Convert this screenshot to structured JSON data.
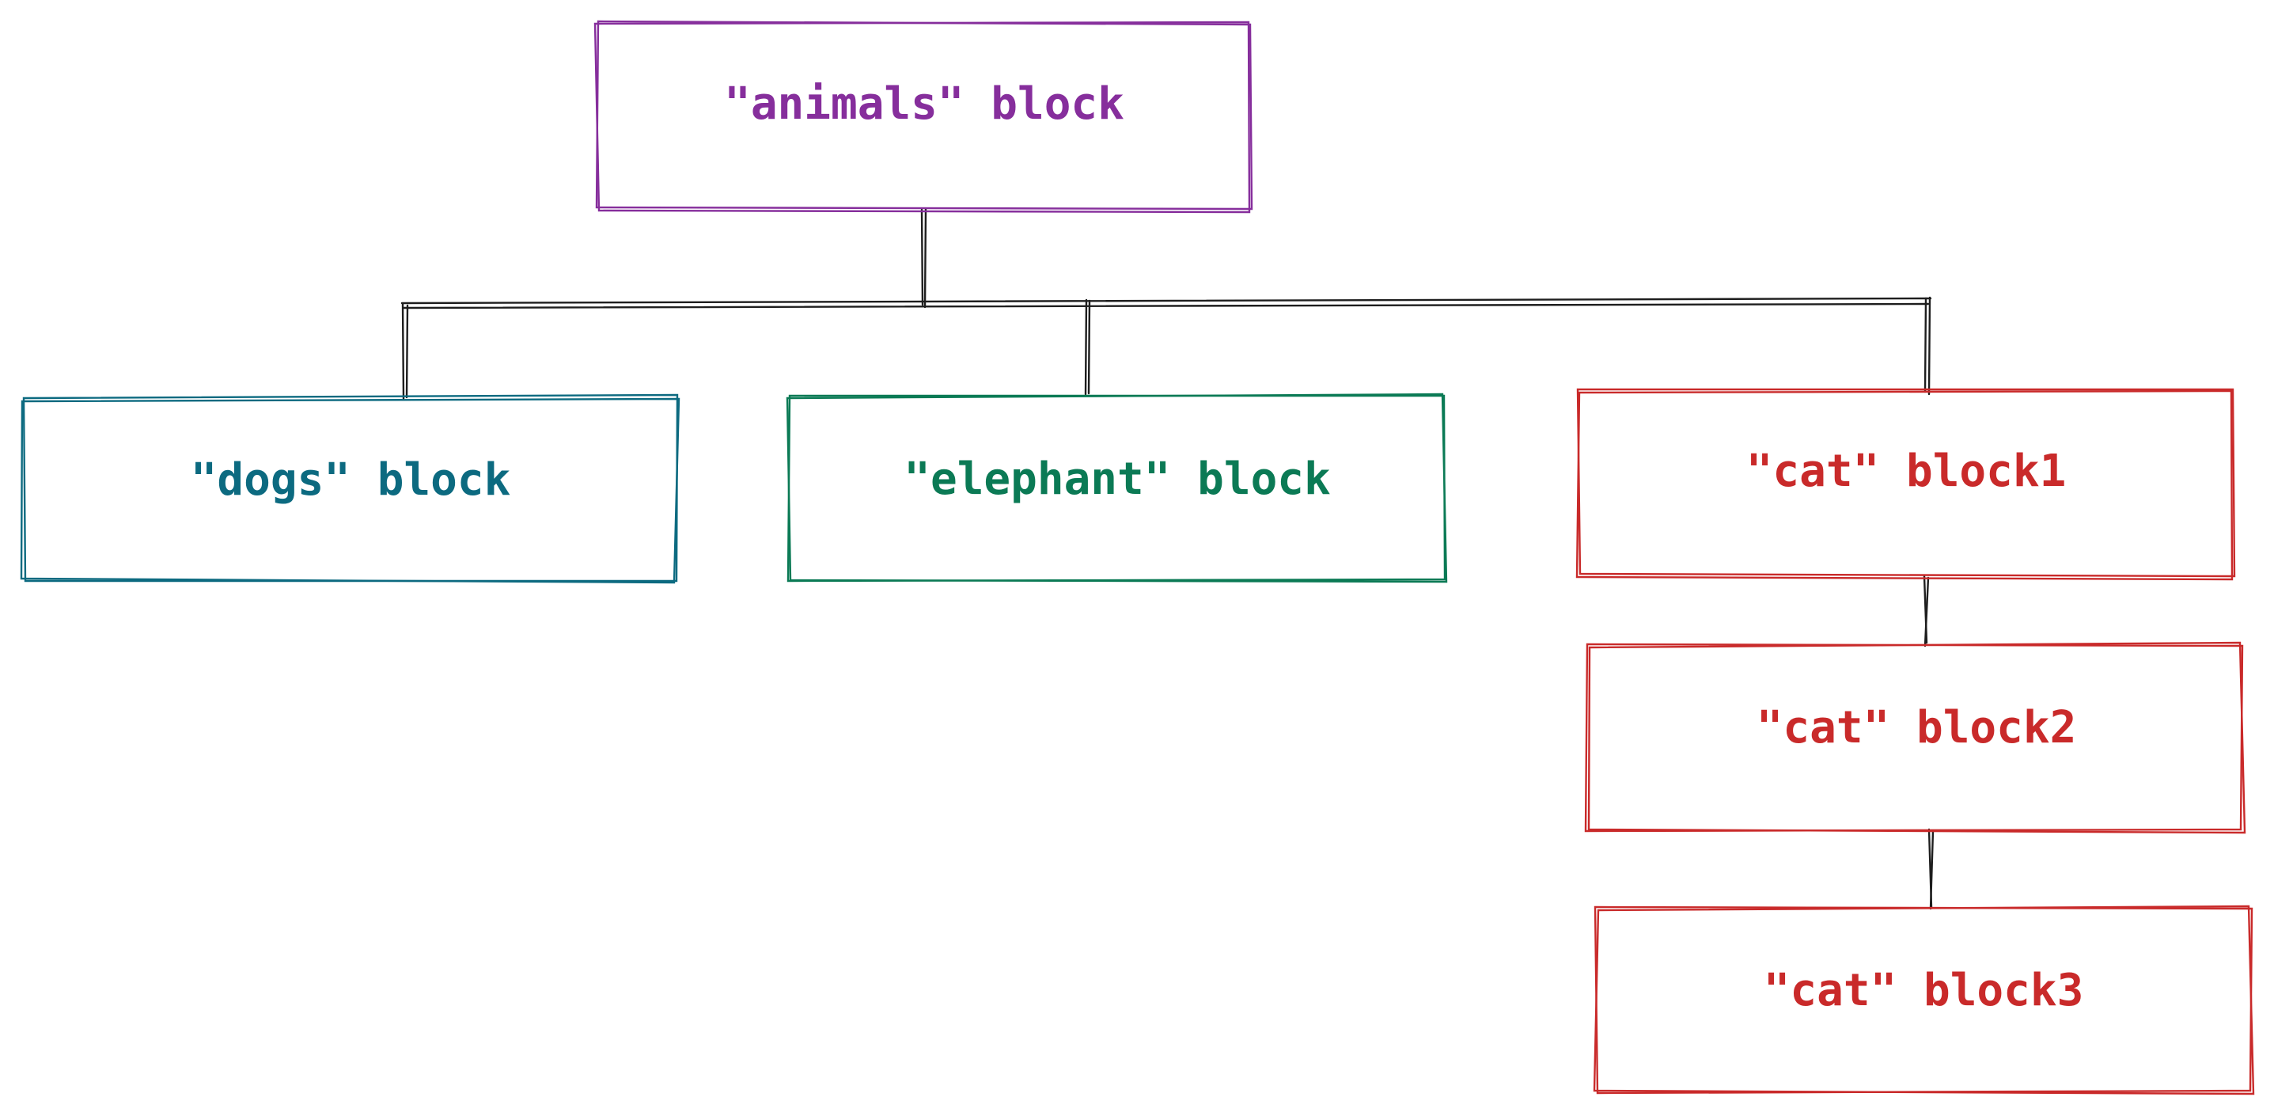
{
  "colors": {
    "animals": "#862e9c",
    "dogs": "#0c6a80",
    "elephant": "#0b7a55",
    "cat": "#c92a2a",
    "connector": "#1e1e1e"
  },
  "blocks": {
    "animals": {
      "label": "\"animals\" block"
    },
    "dogs": {
      "label": "\"dogs\" block"
    },
    "elephant": {
      "label": "\"elephant\" block"
    },
    "cat1": {
      "label": "\"cat\" block1"
    },
    "cat2": {
      "label": "\"cat\" block2"
    },
    "cat3": {
      "label": "\"cat\" block3"
    }
  }
}
